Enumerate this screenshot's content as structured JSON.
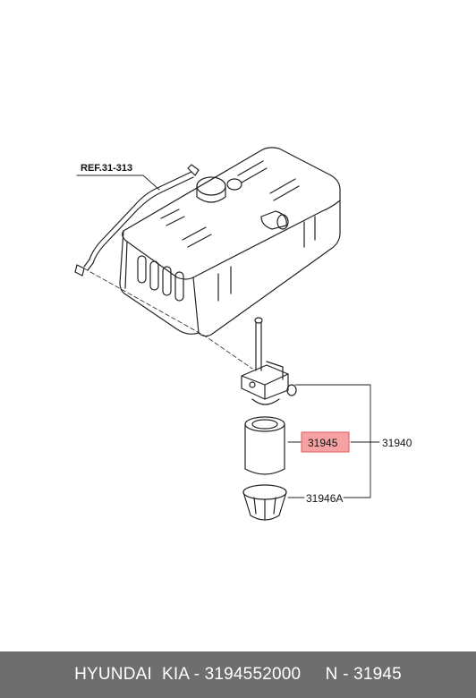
{
  "labels": {
    "ref": "REF.31-313",
    "highlight": "31945",
    "assembly": "31940",
    "cap": "31946A"
  },
  "footer": {
    "brand": "HYUNDAI  KIA",
    "part_number": "3194552000",
    "ref_number": "N - 31945",
    "text": "HYUNDAI  KIA - 3194552000     N - 31945"
  },
  "colors": {
    "highlight_fill": "#f6a2a2",
    "highlight_border": "#e05a5a",
    "footer_bg": "#6e6e6e"
  }
}
